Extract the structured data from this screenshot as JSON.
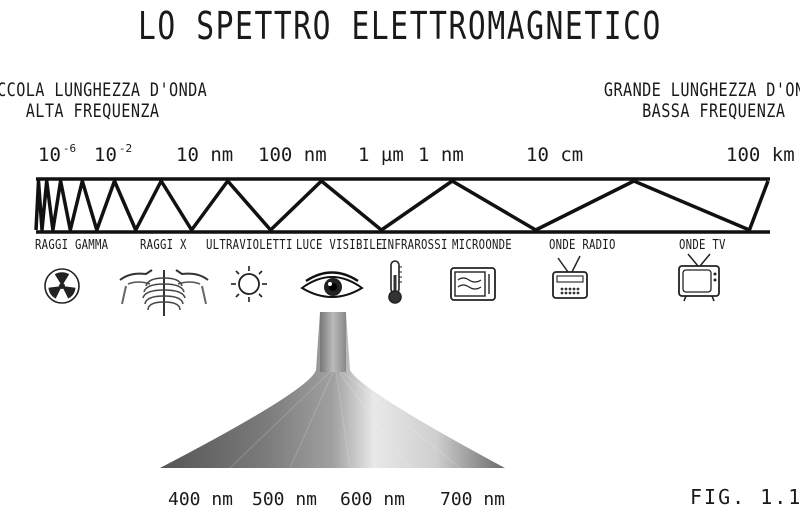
{
  "title": "LO SPETTRO ELETTROMAGNETICO",
  "left_header": {
    "line1": "PICCOLA LUNGHEZZA D'ONDA",
    "line2": "ALTA FREQUENZA"
  },
  "right_header": {
    "line1": "GRANDE LUNGHEZZA D'ONDA",
    "line2": "BASSA FREQUENZA"
  },
  "scale_labels": [
    {
      "base": "10",
      "exp": "-6"
    },
    {
      "base": "10",
      "exp": "-2"
    },
    {
      "base": "10 nm",
      "exp": ""
    },
    {
      "base": "100 nm",
      "exp": ""
    },
    {
      "base": "1 µm",
      "exp": ""
    },
    {
      "base": "1 nm",
      "exp": ""
    },
    {
      "base": "10 cm",
      "exp": ""
    },
    {
      "base": "100 km",
      "exp": ""
    }
  ],
  "bands": [
    {
      "label": "RAGGI GAMMA",
      "icon": "radiation-icon"
    },
    {
      "label": "RAGGI X",
      "icon": "ribcage-icon"
    },
    {
      "label": "ULTRAVIOLETTI",
      "icon": "sun-icon"
    },
    {
      "label": "LUCE VISIBILE",
      "icon": "eye-icon"
    },
    {
      "label": "INFRAROSSI",
      "icon": "thermometer-icon"
    },
    {
      "label": "MICROONDE",
      "icon": "microwave-icon"
    },
    {
      "label": "ONDE RADIO",
      "icon": "radio-icon"
    },
    {
      "label": "ONDE TV",
      "icon": "tv-icon"
    }
  ],
  "visible_wavelengths": [
    "400 nm",
    "500 nm",
    "600 nm",
    "700 nm"
  ],
  "figure_label": "FIG. 1.1"
}
